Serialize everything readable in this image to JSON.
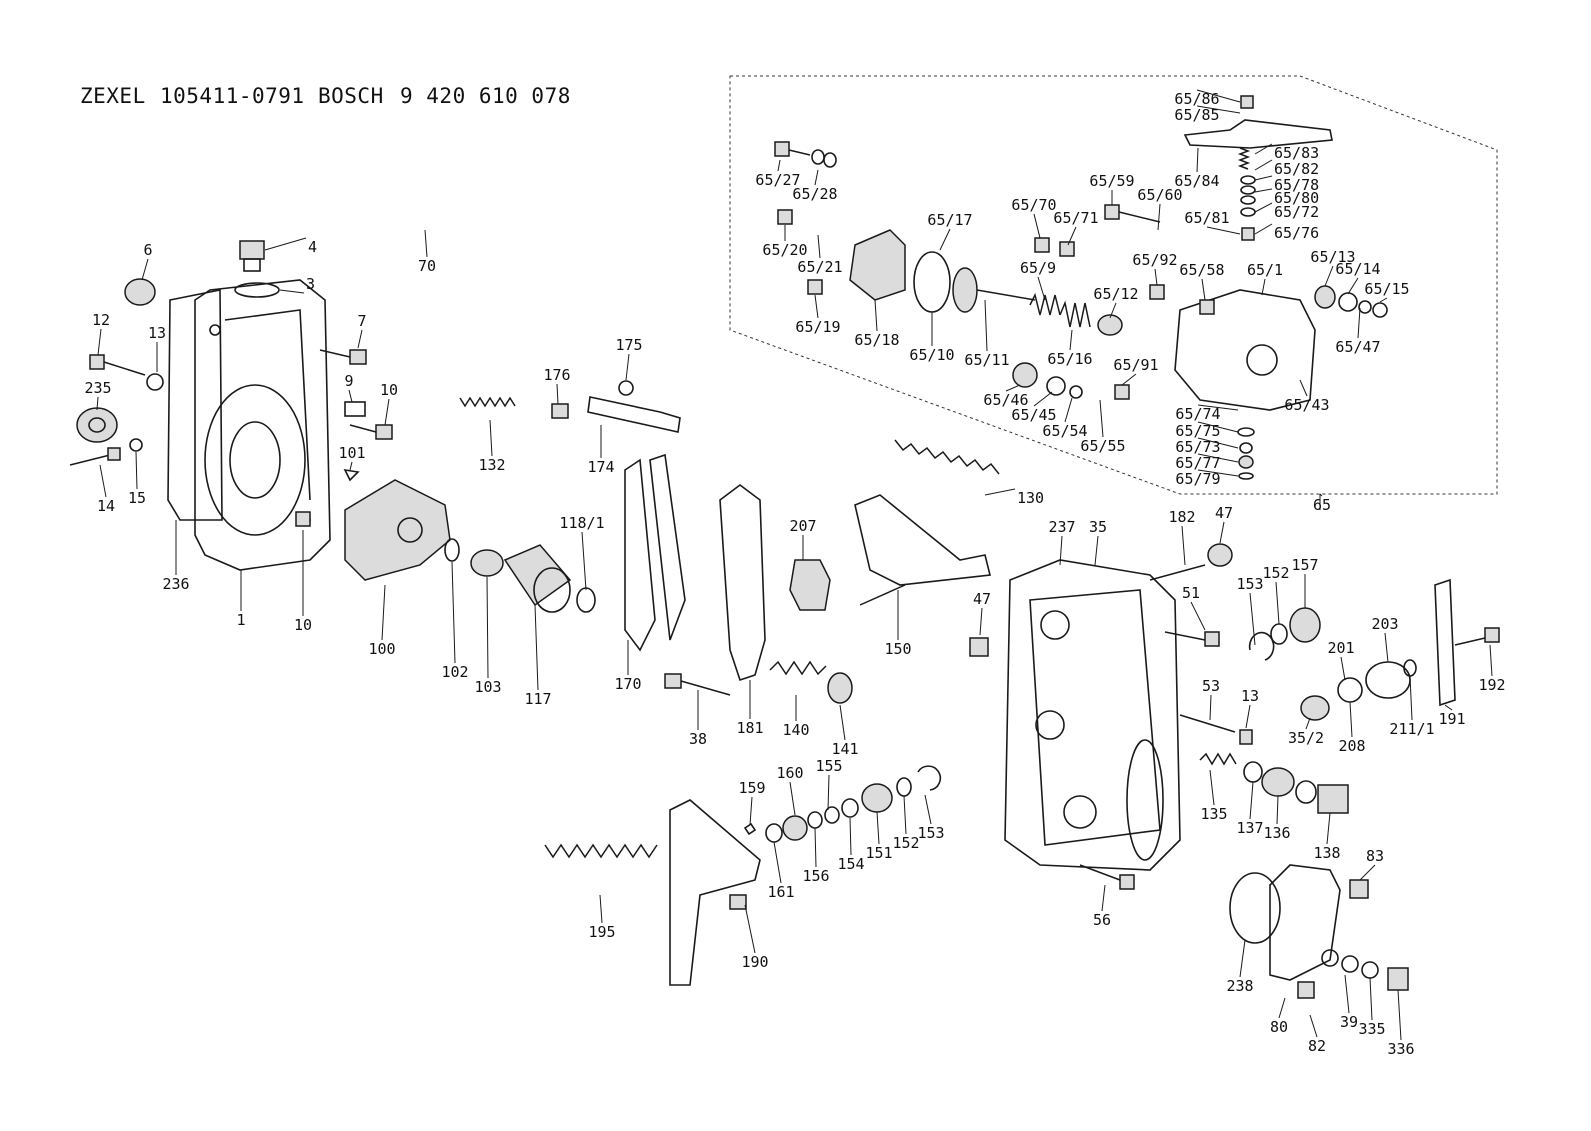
{
  "title": {
    "maker1": "ZEXEL",
    "number1": "105411-0791",
    "maker2": "BOSCH",
    "number2": "9 420 610 078"
  },
  "labels": [
    "6",
    "4",
    "3",
    "70",
    "12",
    "13",
    "7",
    "235",
    "9",
    "10",
    "101",
    "14",
    "15",
    "236",
    "1",
    "10",
    "100",
    "102",
    "103",
    "117",
    "118/1",
    "176",
    "175",
    "132",
    "174",
    "170",
    "38",
    "181",
    "140",
    "141",
    "207",
    "130",
    "150",
    "47",
    "237",
    "35",
    "182",
    "47",
    "51",
    "153",
    "152",
    "157",
    "201",
    "203",
    "53",
    "13",
    "35/2",
    "208",
    "211/1",
    "191",
    "192",
    "159",
    "160",
    "155",
    "161",
    "156",
    "154",
    "151",
    "152",
    "153",
    "135",
    "137",
    "136",
    "138",
    "195",
    "190",
    "56",
    "83",
    "238",
    "80",
    "82",
    "39",
    "335",
    "336",
    "65",
    "65/27",
    "65/28",
    "65/20",
    "65/21",
    "65/19",
    "65/18",
    "65/17",
    "65/10",
    "65/11",
    "65/70",
    "65/71",
    "65/9",
    "65/16",
    "65/59",
    "65/60",
    "65/92",
    "65/12",
    "65/46",
    "65/45",
    "65/54",
    "65/55",
    "65/91",
    "65/58",
    "65/1",
    "65/84",
    "65/86",
    "65/85",
    "65/83",
    "65/82",
    "65/78",
    "65/80",
    "65/72",
    "65/81",
    "65/76",
    "65/13",
    "65/14",
    "65/15",
    "65/47",
    "65/43",
    "65/74",
    "65/75",
    "65/73",
    "65/77",
    "65/79"
  ]
}
